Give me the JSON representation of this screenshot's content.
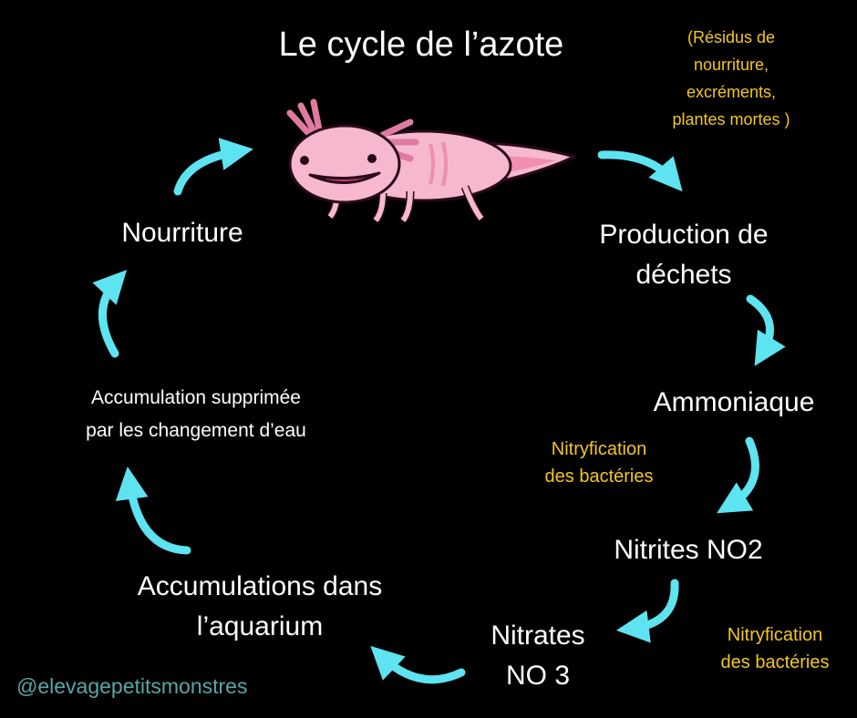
{
  "title": "Le cycle de l’azote",
  "waste_note": [
    "(Résidus de",
    "nourriture,",
    "excréments,",
    "plantes mortes )"
  ],
  "nodes": {
    "production": [
      "Production de",
      "déchets"
    ],
    "ammoniaque": "Ammoniaque",
    "nitrites": "Nitrites NO2",
    "nitrates": [
      "Nitrates",
      "NO 3"
    ],
    "accumulations": [
      "Accumulations dans",
      "l’aquarium"
    ],
    "water_change": [
      "Accumulation supprimée",
      "par les changement d’eau"
    ],
    "nourriture": "Nourriture"
  },
  "bacteria_label_1": [
    "Nitryfication",
    "des bactéries"
  ],
  "bacteria_label_2": [
    "Nitryfication",
    "des bactéries"
  ],
  "handle": "@elevagepetitsmonstres",
  "colors": {
    "arrow": "#5ee3f0",
    "accent_text": "#f3c623",
    "handle": "#58a6a6",
    "axolotl": "#f6b8cf"
  }
}
